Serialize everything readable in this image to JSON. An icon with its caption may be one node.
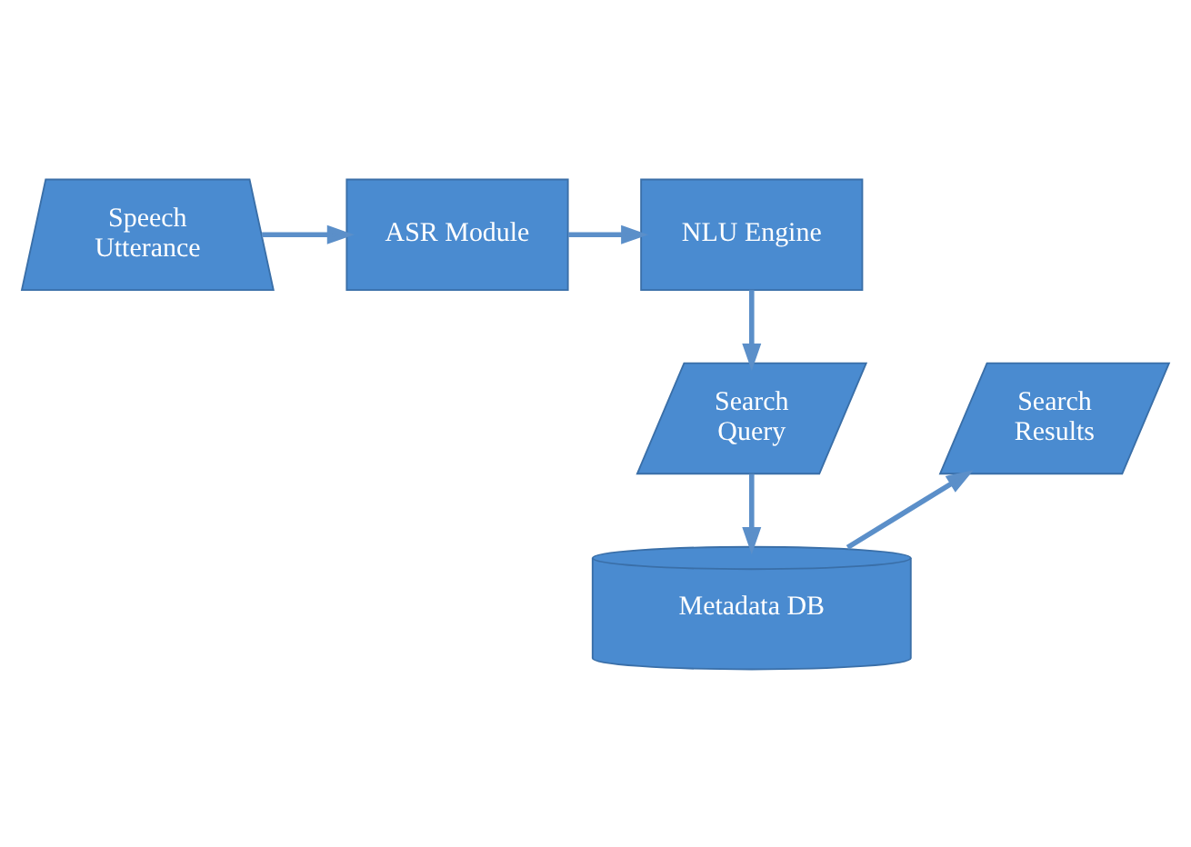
{
  "diagram": {
    "nodes": [
      {
        "text": [
          "Speech Utterance"
        ]
      },
      {
        "text": [
          "ASR Module"
        ]
      },
      {
        "text": [
          "NLU Engine"
        ]
      },
      {
        "text": [
          "Search Results"
        ]
      },
      {
        "text": [
          "Search Query"
        ]
      },
      {
        "text": [
          "Metadata DB"
        ]
      }
    ],
    "edges": [
      {
        "from": 0,
        "to": 1,
        "arrow": "to"
      },
      {
        "from": 1,
        "to": 2,
        "arrow": "to"
      },
      {
        "from": 2,
        "to": 4,
        "arrow": "to"
      },
      {
        "from": 4,
        "to": 5,
        "arrow": "to"
      },
      {
        "from": 5,
        "to": 3,
        "arrow": "to"
      }
    ]
  }
}
